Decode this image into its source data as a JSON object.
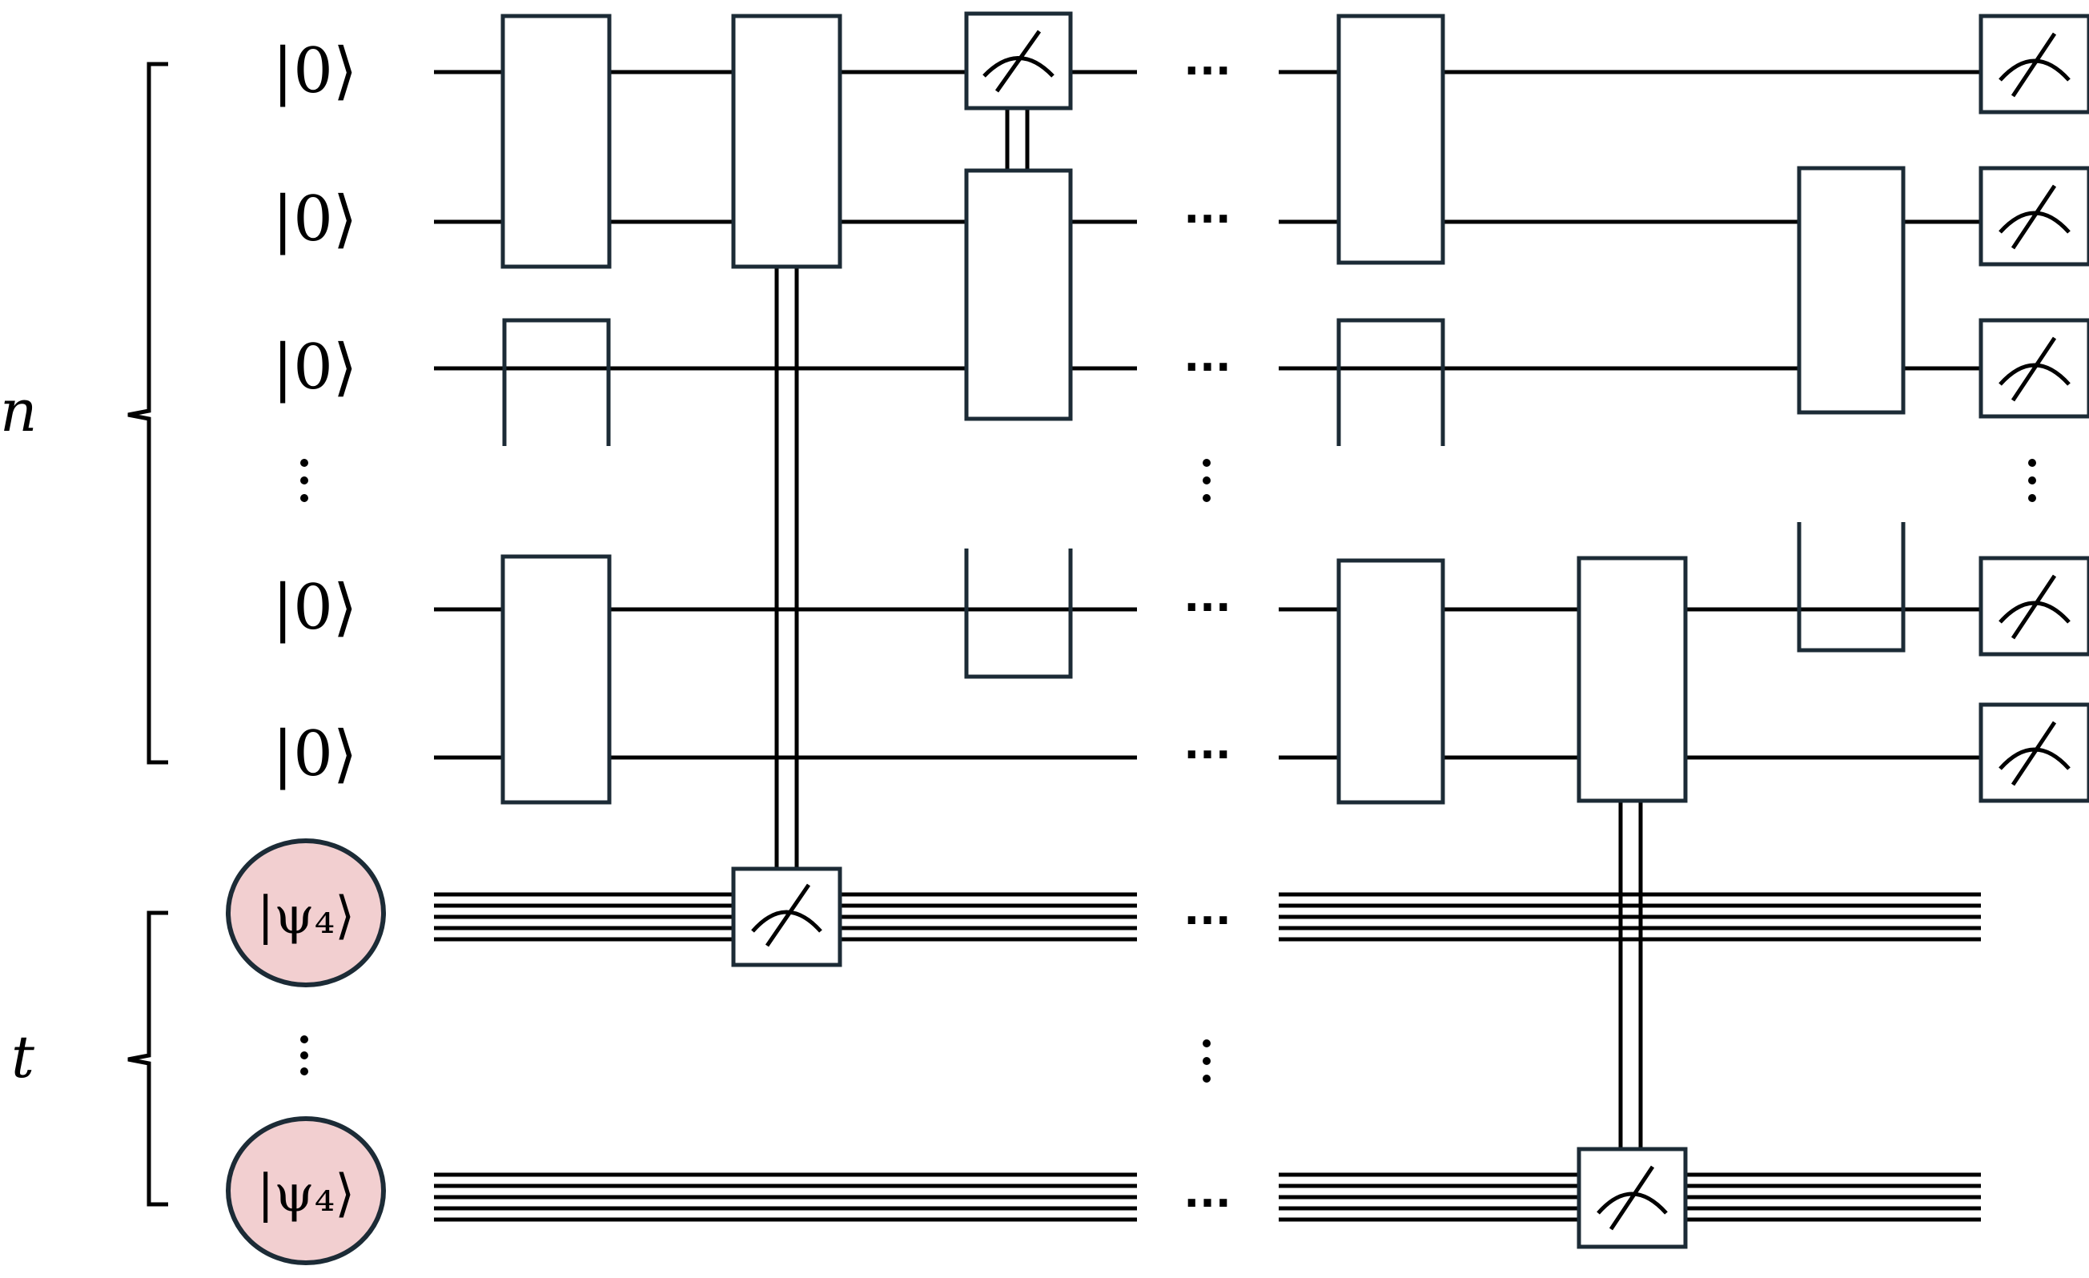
{
  "labels": {
    "register_n": "n",
    "register_t": "t",
    "ancilla_state": "|0⟩",
    "resource_state": "|ψ₄⟩",
    "ellipsis": "···"
  },
  "colors": {
    "resource_fill": "#f2cfd0",
    "resource_stroke": "#1c2b36",
    "gate_stroke": "#1c2b36",
    "wire": "#000000"
  },
  "icons": {
    "measurement": "meter-icon"
  },
  "wires": {
    "ancilla_count_shown": 5,
    "resource_count_shown": 2
  }
}
